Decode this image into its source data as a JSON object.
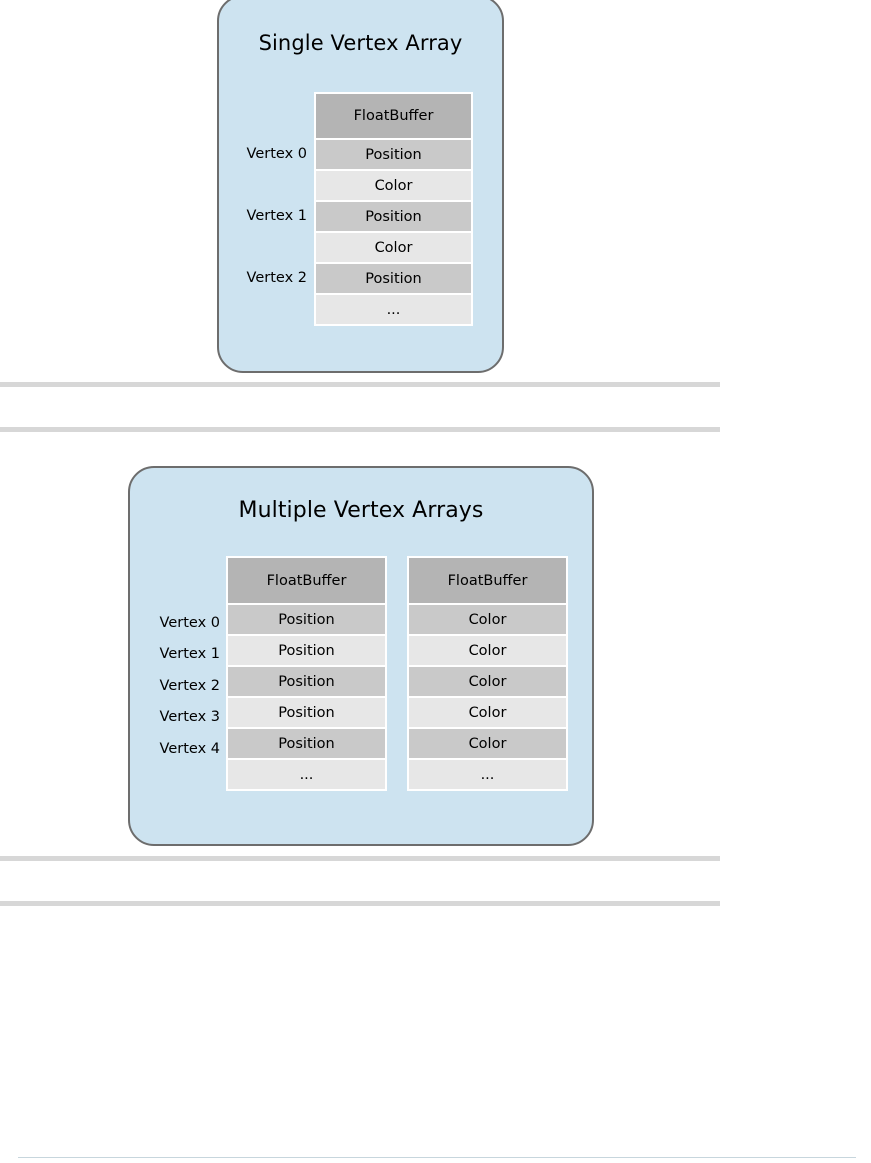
{
  "page": {
    "background": "#ffffff",
    "rule_color": "#d7d7d7",
    "bottom_rule_color": "#c7d6dd"
  },
  "theme": {
    "card_fill": "#cde3f0",
    "card_border": "#6d6d6d",
    "header_cell": "#b4b4b4",
    "dark_cell": "#c9c9c9",
    "light_cell": "#e7e7e7",
    "text": "#000000"
  },
  "diagrams": [
    {
      "id": "single-vertex-array",
      "title": "Single Vertex Array",
      "vertex_labels": [
        "Vertex 0",
        "Vertex 1",
        "Vertex 2"
      ],
      "buffers": [
        {
          "header": "FloatBuffer",
          "rows": [
            {
              "label": "Position",
              "shade": "dark"
            },
            {
              "label": "Color",
              "shade": "light"
            },
            {
              "label": "Position",
              "shade": "dark"
            },
            {
              "label": "Color",
              "shade": "light"
            },
            {
              "label": "Position",
              "shade": "dark"
            },
            {
              "label": "...",
              "shade": "light"
            }
          ]
        }
      ]
    },
    {
      "id": "multiple-vertex-arrays",
      "title": "Multiple Vertex Arrays",
      "vertex_labels": [
        "Vertex 0",
        "Vertex 1",
        "Vertex 2",
        "Vertex 3",
        "Vertex 4"
      ],
      "buffers": [
        {
          "header": "FloatBuffer",
          "rows": [
            {
              "label": "Position",
              "shade": "dark"
            },
            {
              "label": "Position",
              "shade": "light"
            },
            {
              "label": "Position",
              "shade": "dark"
            },
            {
              "label": "Position",
              "shade": "light"
            },
            {
              "label": "Position",
              "shade": "dark"
            },
            {
              "label": "...",
              "shade": "light"
            }
          ]
        },
        {
          "header": "FloatBuffer",
          "rows": [
            {
              "label": "Color",
              "shade": "dark"
            },
            {
              "label": "Color",
              "shade": "light"
            },
            {
              "label": "Color",
              "shade": "dark"
            },
            {
              "label": "Color",
              "shade": "light"
            },
            {
              "label": "Color",
              "shade": "dark"
            },
            {
              "label": "...",
              "shade": "light"
            }
          ]
        }
      ]
    }
  ]
}
